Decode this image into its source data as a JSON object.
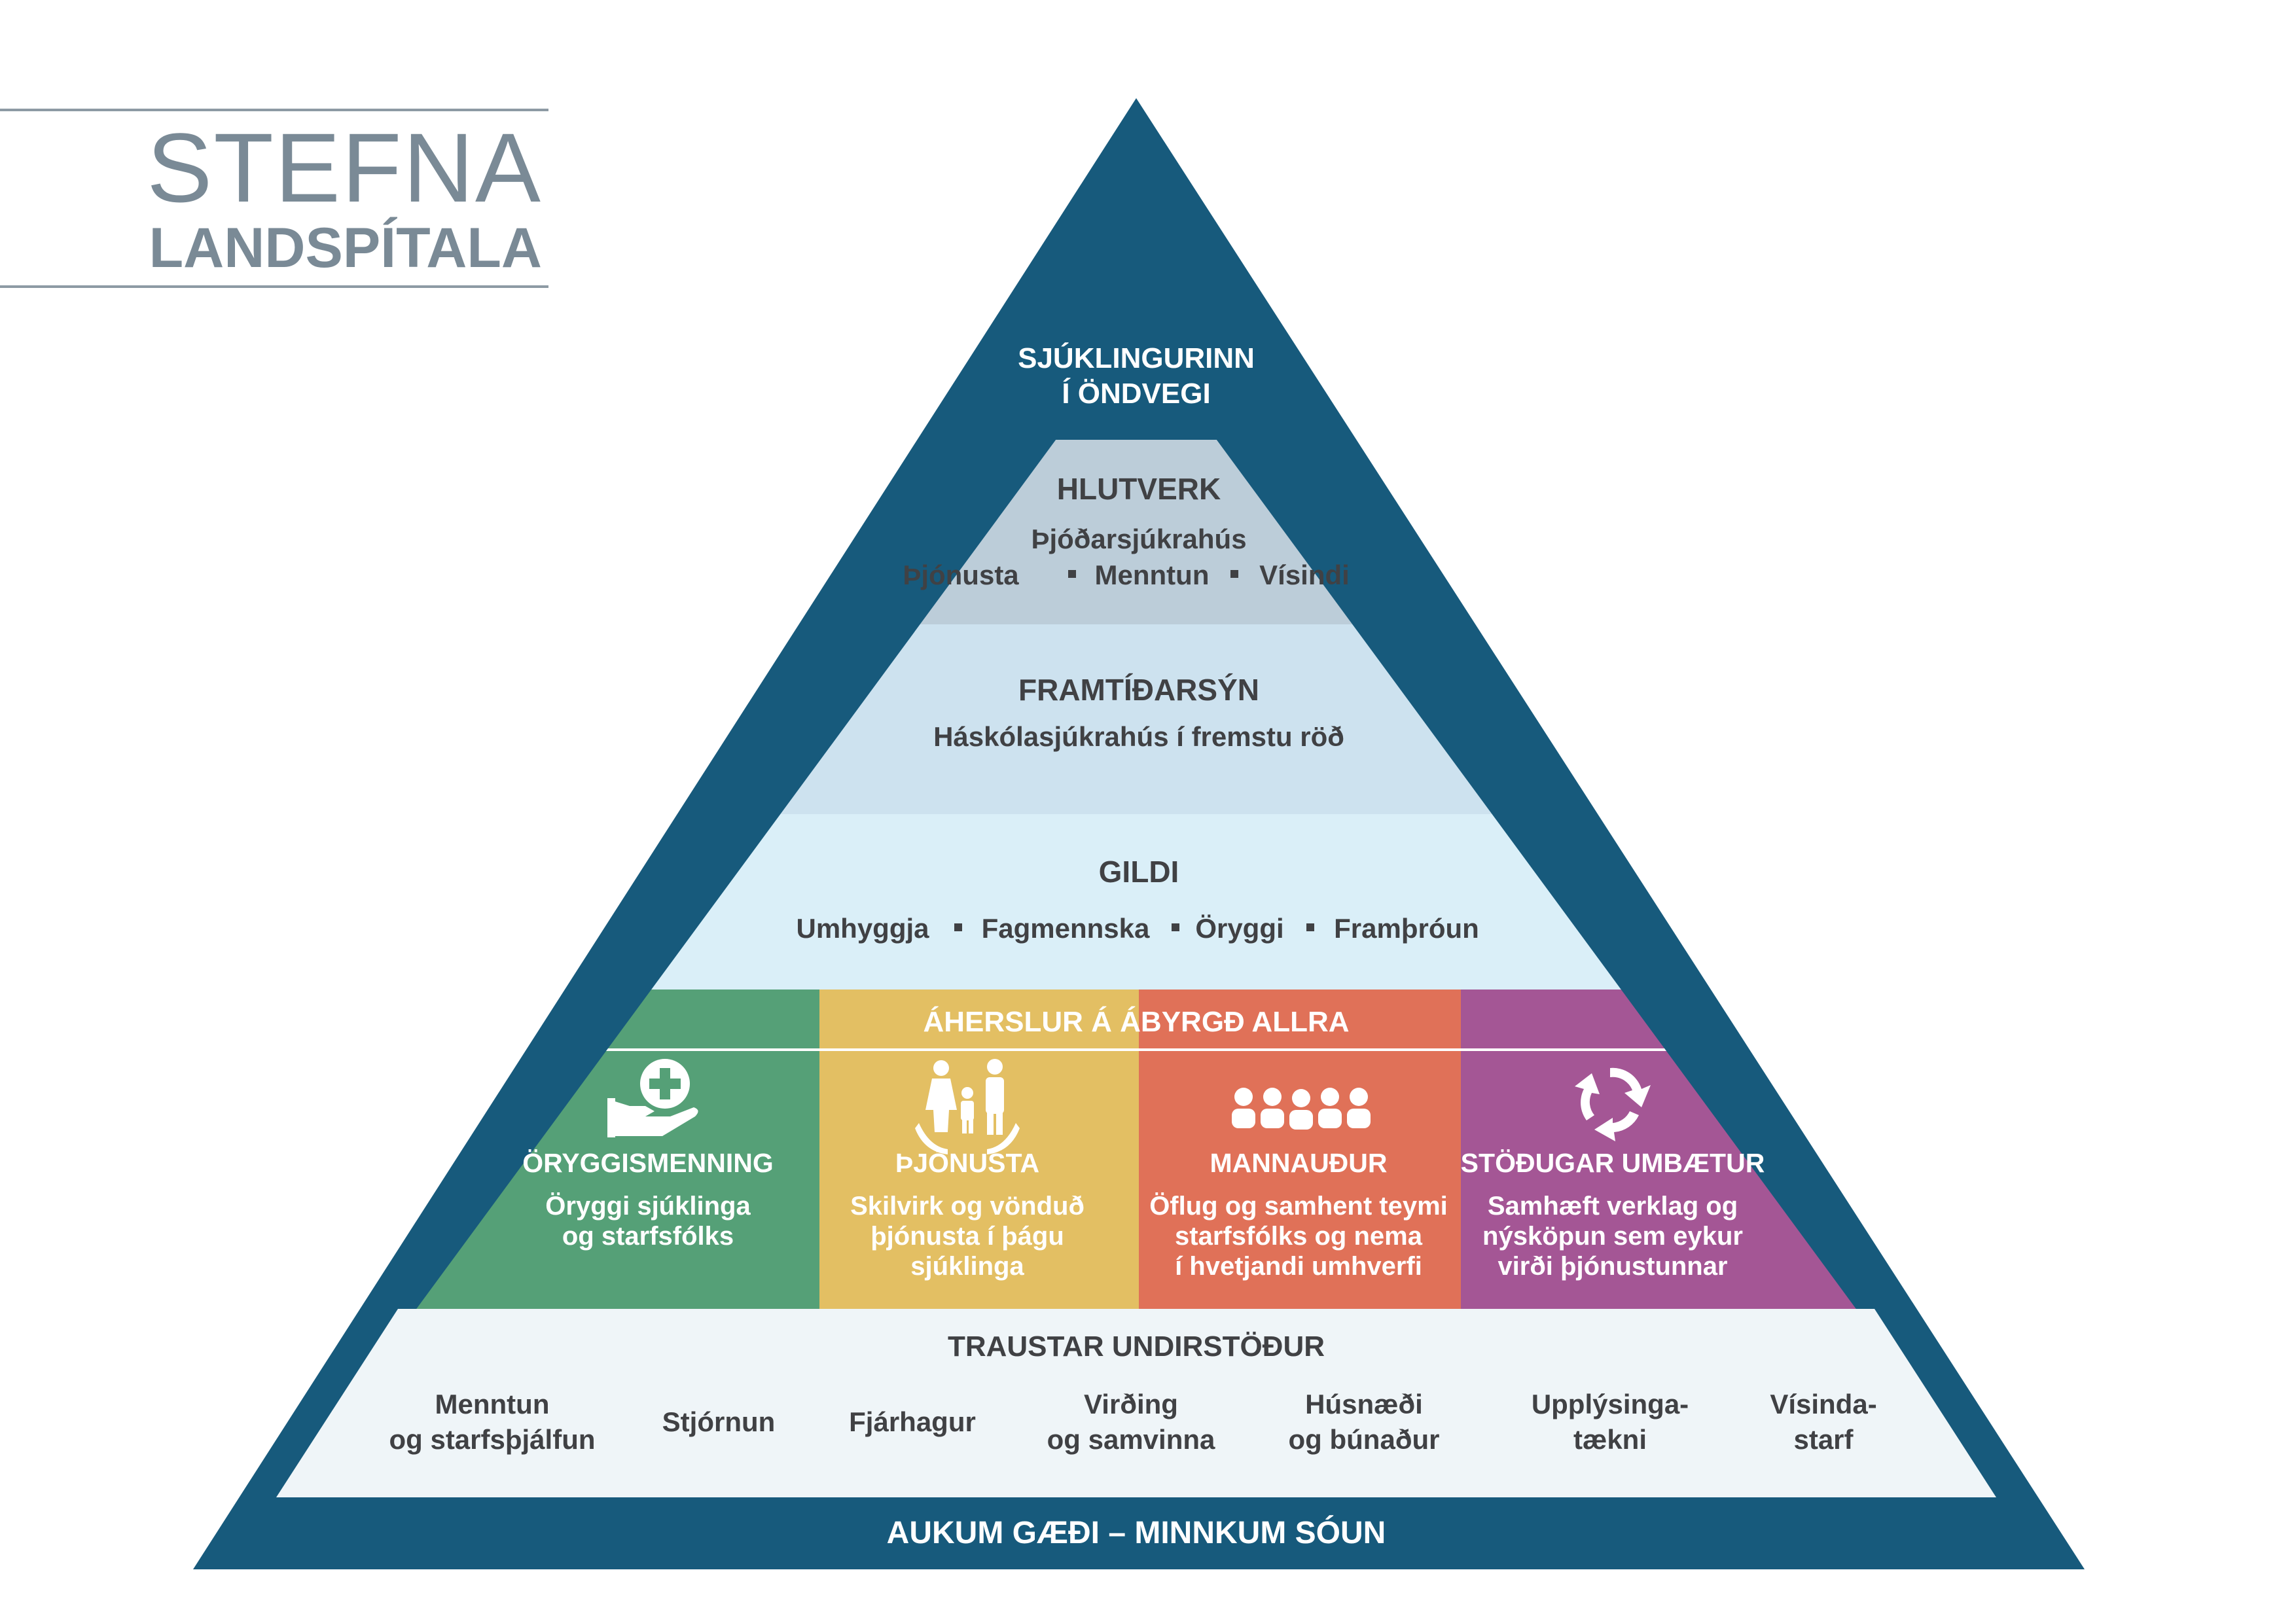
{
  "header": {
    "title_line1": "STEFNA",
    "title_line2": "LANDSPÍTALA"
  },
  "apex": {
    "line1": "SJÚKLINGURINN",
    "line2": "Í ÖNDVEGI"
  },
  "role": {
    "heading": "HLUTVERK",
    "line1": "Þjóðarsjúkrahús",
    "items": [
      "Þjónusta",
      "Menntun",
      "Vísindi"
    ]
  },
  "vision": {
    "heading": "FRAMTÍÐARSÝN",
    "line1": "Háskólasjúkrahús í fremstu röð"
  },
  "values": {
    "heading": "GILDI",
    "items": [
      "Umhyggja",
      "Fagmennska",
      "Öryggi",
      "Framþróun"
    ]
  },
  "focus": {
    "banner": "ÁHERSLUR Á ÁBYRGÐ ALLRA",
    "areas": [
      {
        "icon": "hand-cross-icon",
        "title": "ÖRYGGISMENNING",
        "lines": [
          "Öryggi sjúklinga",
          "og starfsfólks"
        ]
      },
      {
        "icon": "family-icon",
        "title": "ÞJÓNUSTA",
        "lines": [
          "Skilvirk og vönduð",
          "þjónusta í þágu",
          "sjúklinga"
        ]
      },
      {
        "icon": "people-group-icon",
        "title": "MANNAUÐUR",
        "lines": [
          "Öflug og samhent teymi",
          "starfsfólks og nema",
          "í hvetjandi umhverfi"
        ]
      },
      {
        "icon": "cycle-arrows-icon",
        "title": "STÖÐUGAR UMBÆTUR",
        "lines": [
          "Samhæft verklag og",
          "nýsköpun sem eykur",
          "virði þjónustunnar"
        ]
      }
    ]
  },
  "foundations": {
    "heading": "TRAUSTAR UNDIRSTÖÐUR",
    "items": [
      [
        "Menntun",
        "og starfsþjálfun"
      ],
      [
        "Stjórnun"
      ],
      [
        "Fjárhagur"
      ],
      [
        "Virðing",
        "og samvinna"
      ],
      [
        "Húsnæði",
        "og búnaður"
      ],
      [
        "Upplýsinga-",
        "tækni"
      ],
      [
        "Vísinda-",
        "starf"
      ]
    ]
  },
  "base": {
    "text": "AUKUM GÆÐI – MINNKUM SÓUN"
  },
  "colors": {
    "navy": "#175a7c",
    "role_band": "#bccdd9",
    "vision_band": "#cde2ef",
    "values_band": "#daeff8",
    "foundation_band": "#eff5f8",
    "green": "#55a077",
    "yellow": "#e3bf63",
    "orange": "#e07158",
    "purple": "#a45695",
    "heading_text": "#404144",
    "header_gray": "#7a8a96"
  }
}
